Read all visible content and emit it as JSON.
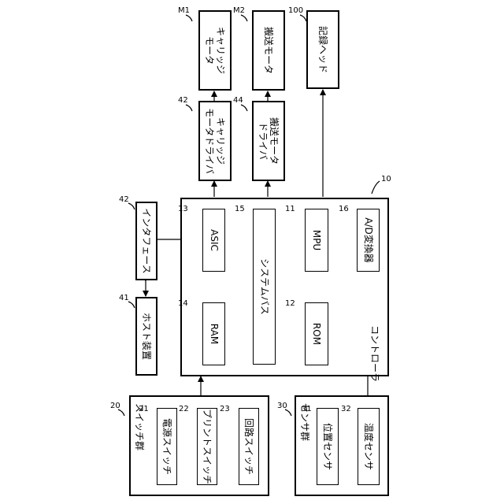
{
  "blocks": {
    "carriage_motor": {
      "ref": "M1",
      "label1": "キャリッジ",
      "label2": "モータ"
    },
    "transport_motor": {
      "ref": "M2",
      "label": "搬送モータ"
    },
    "recording_head": {
      "ref": "100",
      "label": "記録ヘッド"
    },
    "carriage_driver": {
      "ref": "42",
      "label1": "キャリッジ",
      "label2": "モータドライバ"
    },
    "transport_driver": {
      "ref": "44",
      "label1": "搬送モータ",
      "label2": "ドライバ"
    },
    "interface": {
      "ref": "42",
      "label": "インタフェース"
    },
    "host": {
      "ref": "41",
      "label": "ホスト装置"
    },
    "controller": {
      "ref": "10",
      "label": "コントローラ"
    },
    "asic": {
      "ref": "13",
      "label": "ASIC"
    },
    "system_bus": {
      "ref": "15",
      "label": "システムバス"
    },
    "mpu": {
      "ref": "11",
      "label": "MPU"
    },
    "adc": {
      "ref": "16",
      "label": "A/D変換器"
    },
    "ram": {
      "ref": "14",
      "label": "RAM"
    },
    "rom": {
      "ref": "12",
      "label": "ROM"
    },
    "switch_group": {
      "ref": "20",
      "label": "スイッチ群"
    },
    "power_switch": {
      "ref": "21",
      "label": "電源スイッチ"
    },
    "print_switch": {
      "ref": "22",
      "label": "プリントスイッチ"
    },
    "circuit_switch": {
      "ref": "23",
      "label": "回路スイッチ"
    },
    "sensor_group": {
      "ref": "30",
      "label": "センサ群"
    },
    "position_sensor": {
      "ref": "31",
      "label": "位置センサ"
    },
    "temp_sensor": {
      "ref": "32",
      "label": "温度センサ"
    }
  }
}
